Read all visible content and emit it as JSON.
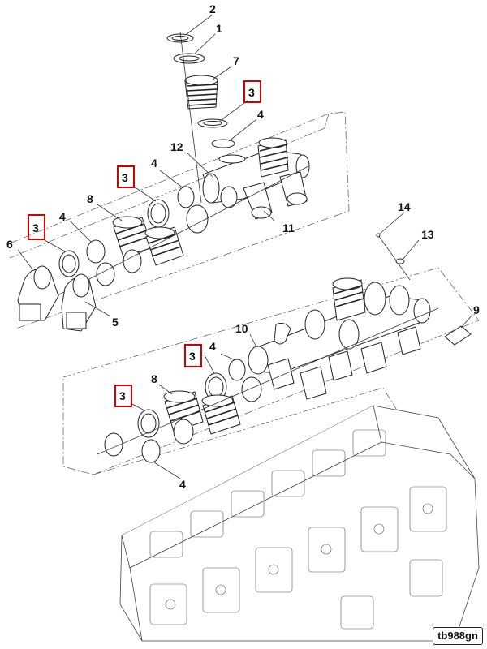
{
  "drawing_code": "tb988gn",
  "callouts": [
    {
      "id": "c2",
      "label": "2",
      "highlight": false
    },
    {
      "id": "c1",
      "label": "1",
      "highlight": false
    },
    {
      "id": "c7",
      "label": "7",
      "highlight": false
    },
    {
      "id": "c3a",
      "label": "3",
      "highlight": true
    },
    {
      "id": "c4a",
      "label": "4",
      "highlight": false
    },
    {
      "id": "c12",
      "label": "12",
      "highlight": false
    },
    {
      "id": "c3b",
      "label": "3",
      "highlight": true
    },
    {
      "id": "c4b",
      "label": "4",
      "highlight": false
    },
    {
      "id": "c8a",
      "label": "8",
      "highlight": false
    },
    {
      "id": "c11",
      "label": "11",
      "highlight": false
    },
    {
      "id": "c3c",
      "label": "3",
      "highlight": true
    },
    {
      "id": "c4c",
      "label": "4",
      "highlight": false
    },
    {
      "id": "c6",
      "label": "6",
      "highlight": false
    },
    {
      "id": "c5",
      "label": "5",
      "highlight": false
    },
    {
      "id": "c14",
      "label": "14",
      "highlight": false
    },
    {
      "id": "c13",
      "label": "13",
      "highlight": false
    },
    {
      "id": "c9",
      "label": "9",
      "highlight": false
    },
    {
      "id": "c10",
      "label": "10",
      "highlight": false
    },
    {
      "id": "c4d",
      "label": "4",
      "highlight": false
    },
    {
      "id": "c3d",
      "label": "3",
      "highlight": true
    },
    {
      "id": "c8b",
      "label": "8",
      "highlight": false
    },
    {
      "id": "c3e",
      "label": "3",
      "highlight": true
    },
    {
      "id": "c4e",
      "label": "4",
      "highlight": false
    }
  ],
  "colors": {
    "highlight": "#d40000",
    "line": "#222222"
  }
}
